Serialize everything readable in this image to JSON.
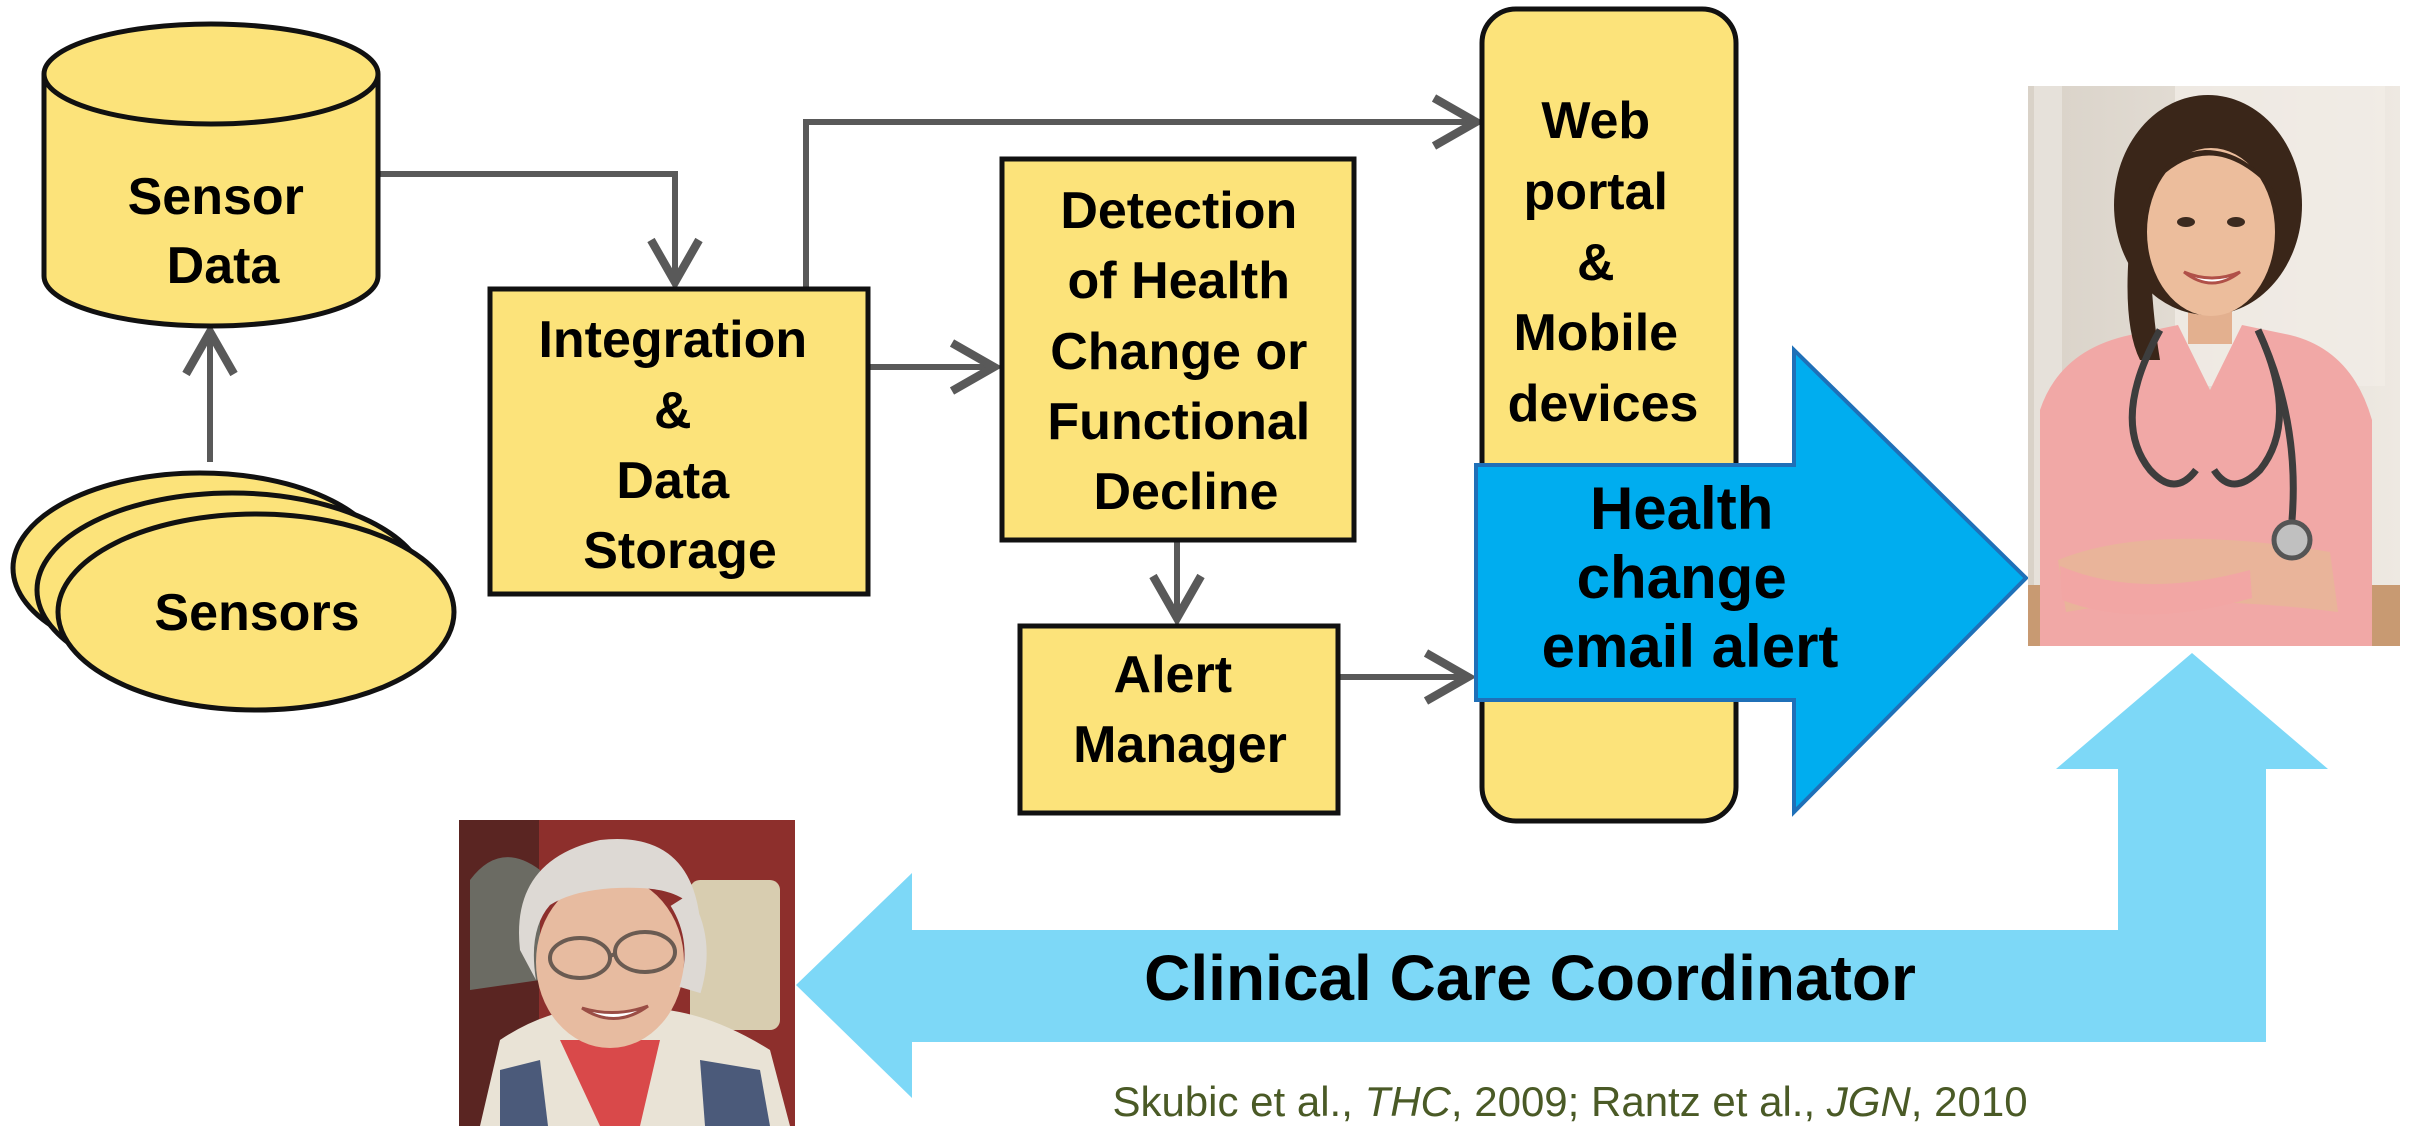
{
  "colors": {
    "box_fill": "#fce37a",
    "box_stroke": "#111111",
    "arrow_gray": "#595959",
    "alert_arrow": "#00adef",
    "coordinator_arrow": "#7dd8f7",
    "citation": "#4a5a26"
  },
  "nodes": {
    "sensor_data": [
      "Sensor",
      "Data"
    ],
    "sensors": "Sensors",
    "integration": [
      "Integration",
      "&",
      "Data",
      "Storage"
    ],
    "detection": [
      "Detection",
      "of Health",
      "Change or",
      "Functional",
      "Decline"
    ],
    "alert_manager": [
      "Alert",
      "Manager"
    ],
    "web_portal": [
      "Web",
      "portal",
      "&",
      "Mobile",
      "devices"
    ]
  },
  "alert_arrow": [
    "Health",
    "change",
    "email alert"
  ],
  "coordinator_label": "Clinical Care Coordinator",
  "images": {
    "clinician": "clinician-photo",
    "resident": "resident-photo"
  },
  "citation": {
    "a1": "Skubic et al., ",
    "j1": "THC",
    "a2": ", 2009; Rantz et al., ",
    "j2": "JGN",
    "a3": ", 2010"
  }
}
